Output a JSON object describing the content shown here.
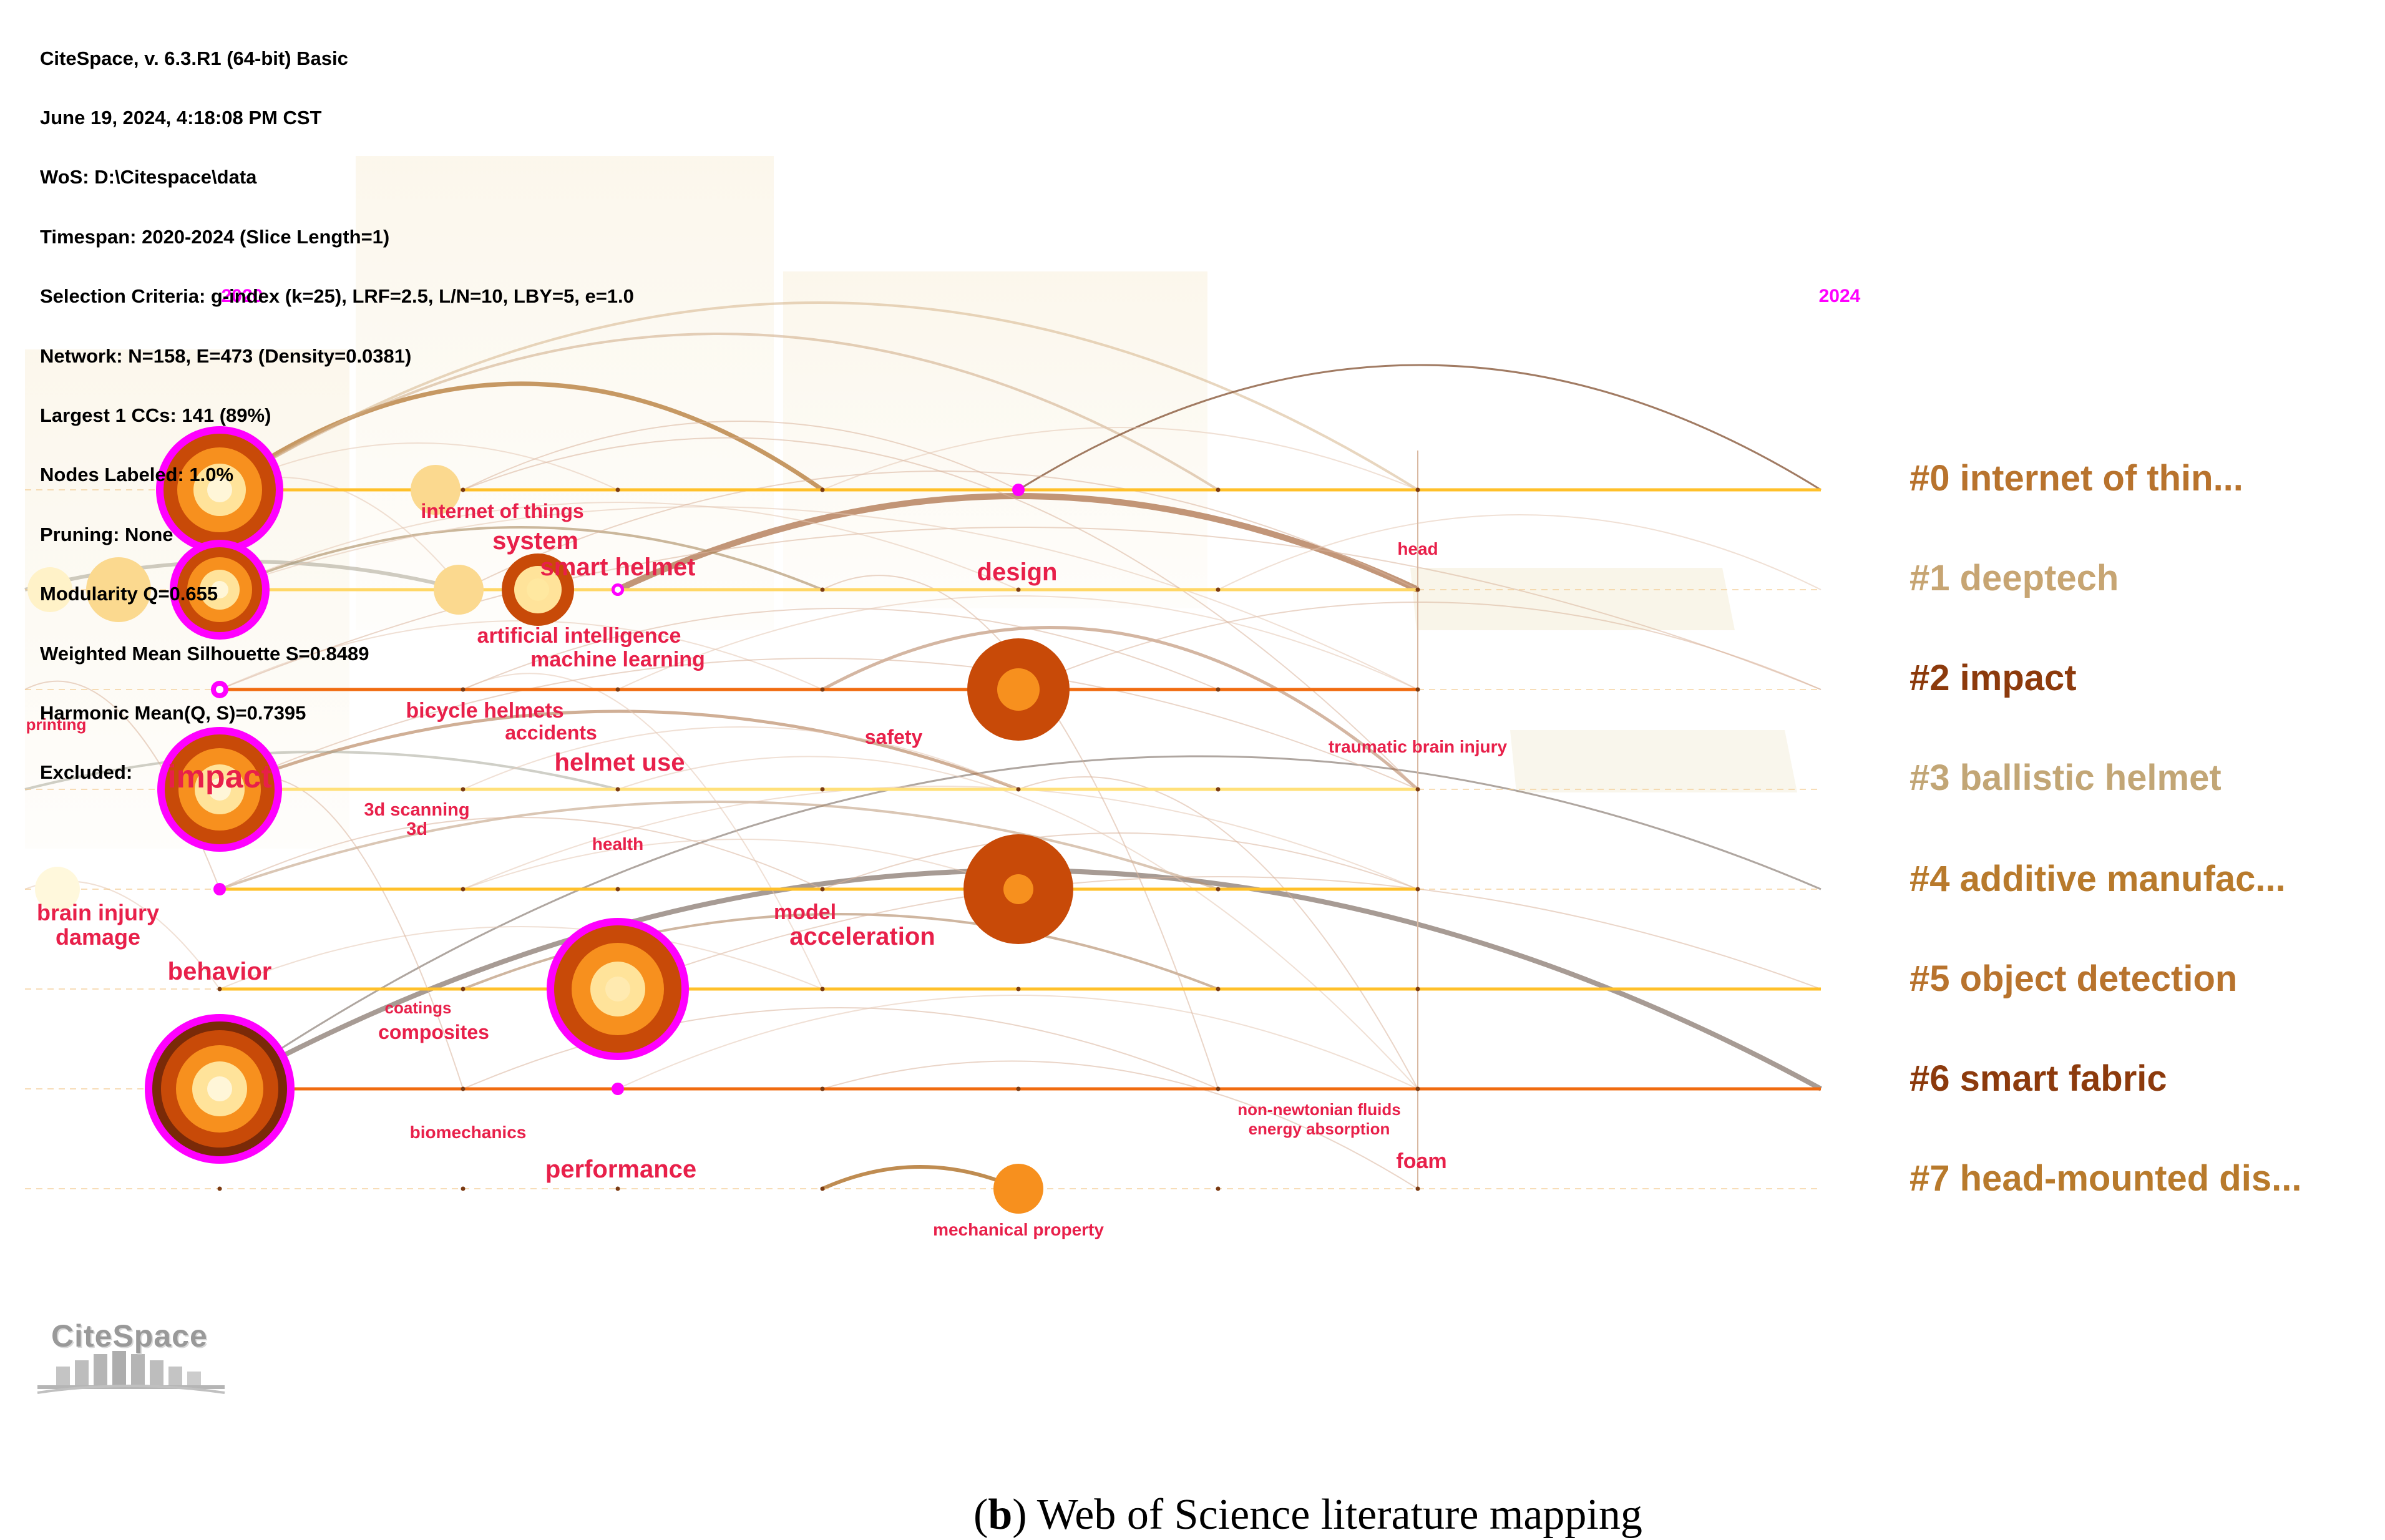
{
  "header": {
    "lines": [
      "CiteSpace, v. 6.3.R1 (64-bit) Basic",
      "June 19, 2024, 4:18:08 PM CST",
      "WoS: D:\\Citespace\\data",
      "Timespan: 2020-2024 (Slice Length=1)",
      "Selection Criteria: g-index (k=25), LRF=2.5, L/N=10, LBY=5, e=1.0",
      "Network: N=158, E=473 (Density=0.0381)",
      "Largest 1 CCs: 141 (89%)",
      "Nodes Labeled: 1.0%",
      "Pruning: None",
      "Modularity Q=0.655",
      "Weighted Mean Silhouette S=0.8489",
      "Harmonic Mean(Q, S)=0.7395",
      "Excluded:"
    ]
  },
  "timeline": {
    "start_label": "2020",
    "end_label": "2024",
    "label_color": "#ff00ff"
  },
  "clusters": [
    {
      "label": "#0 internet of thin...",
      "color": "#b8732d",
      "line_color": "#ffc02a"
    },
    {
      "label": "#1 deeptech",
      "color": "#c7a573",
      "line_color": "#ffd766"
    },
    {
      "label": "#2 impact",
      "color": "#8c3a0c",
      "line_color": "#f06b10"
    },
    {
      "label": "#3 ballistic helmet",
      "color": "#c2a676",
      "line_color": "#ffe07a"
    },
    {
      "label": "#4 additive manufac...",
      "color": "#b87a2c",
      "line_color": "#ffc02a"
    },
    {
      "label": "#5 object detection",
      "color": "#b8732d",
      "line_color": "#ffc02a"
    },
    {
      "label": "#6 smart fabric",
      "color": "#8c3a0c",
      "line_color": "#f06b10"
    },
    {
      "label": "#7 head-mounted dis...",
      "color": "#b87a2c",
      "line_color": "#ffd27a"
    }
  ],
  "keywords": [
    {
      "text": "internet of things",
      "size": "small"
    },
    {
      "text": "system",
      "size": "medium"
    },
    {
      "text": "smart helmet",
      "size": "medium"
    },
    {
      "text": "design",
      "size": "medium"
    },
    {
      "text": "head",
      "size": "tiny"
    },
    {
      "text": "artificial intelligence",
      "size": "small"
    },
    {
      "text": "machine learning",
      "size": "small"
    },
    {
      "text": "printing",
      "size": "tiny"
    },
    {
      "text": "bicycle helmets",
      "size": "small"
    },
    {
      "text": "accidents",
      "size": "small"
    },
    {
      "text": "safety",
      "size": "small"
    },
    {
      "text": "traumatic brain injury",
      "size": "tiny"
    },
    {
      "text": "impact",
      "size": "large"
    },
    {
      "text": "helmet use",
      "size": "medium"
    },
    {
      "text": "3d scanning",
      "size": "tiny"
    },
    {
      "text": "3d",
      "size": "tiny"
    },
    {
      "text": "health",
      "size": "tiny"
    },
    {
      "text": "brain injury",
      "size": "small"
    },
    {
      "text": "damage",
      "size": "small"
    },
    {
      "text": "model",
      "size": "small"
    },
    {
      "text": "acceleration",
      "size": "medium"
    },
    {
      "text": "behavior",
      "size": "medium"
    },
    {
      "text": "coatings",
      "size": "tiny"
    },
    {
      "text": "composites",
      "size": "small"
    },
    {
      "text": "biomechanics",
      "size": "tiny"
    },
    {
      "text": "performance",
      "size": "medium"
    },
    {
      "text": "non-newtonian fluids",
      "size": "tiny"
    },
    {
      "text": "energy absorption",
      "size": "tiny"
    },
    {
      "text": "foam",
      "size": "small"
    },
    {
      "text": "mechanical property",
      "size": "tiny"
    }
  ],
  "colors": {
    "keyword": "#e8204a",
    "ring": "#ff00ff",
    "node_dark": "#c84a08",
    "node_mid": "#f7901e",
    "node_light": "#ffe39a"
  },
  "logo": {
    "text": "CiteSpace"
  },
  "caption": {
    "letter": "b",
    "text": "Web of Science literature mapping"
  }
}
